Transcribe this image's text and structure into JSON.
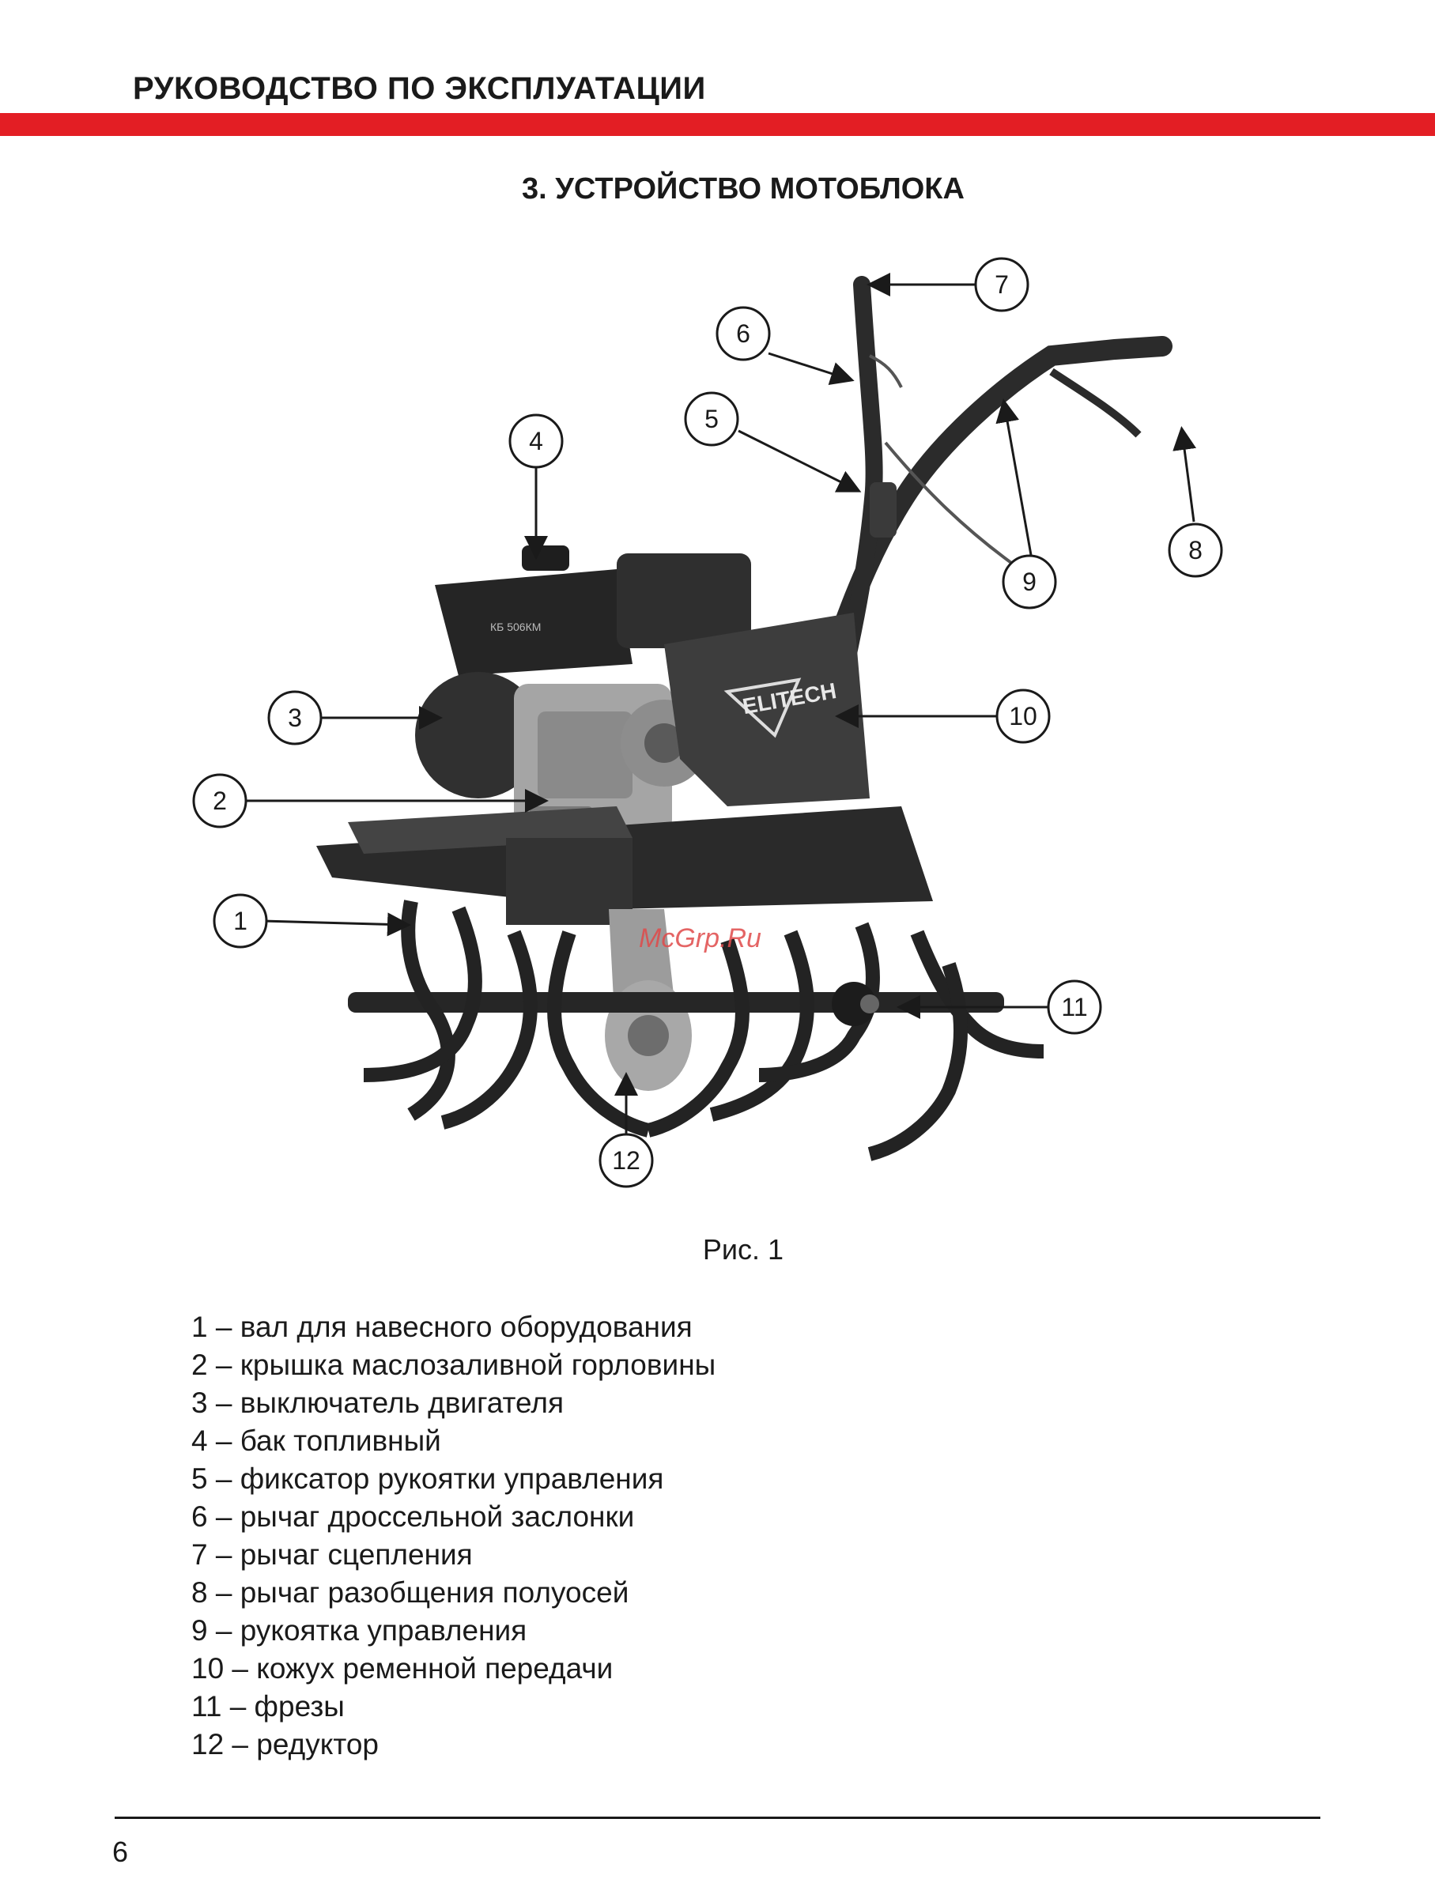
{
  "header": {
    "title": "РУКОВОДСТВО ПО ЭКСПЛУАТАЦИИ"
  },
  "section": {
    "title": "3. УСТРОЙСТВО МОТОБЛОКА"
  },
  "figure": {
    "caption": "Рис. 1",
    "callouts": [
      "1",
      "2",
      "3",
      "4",
      "5",
      "6",
      "7",
      "8",
      "9",
      "10",
      "11",
      "12"
    ],
    "brand_label": "ELITECH",
    "engine_label": "КБ 506КМ",
    "watermark": "McGrp.Ru"
  },
  "legend": {
    "items": [
      "1 – вал для навесного оборудования",
      "2 – крышка маслозаливной горловины",
      "3 – выключатель двигателя",
      "4 – бак топливный",
      "5 – фиксатор рукоятки управления",
      "6 – рычаг дроссельной заслонки",
      "7 – рычаг сцепления",
      "8 – рычаг разобщения полуосей",
      "9 – рукоятка управления",
      "10 – кожух ременной передачи",
      "11 – фрезы",
      "12 – редуктор"
    ]
  },
  "footer": {
    "page_number": "6"
  },
  "colors": {
    "accent_red": "#e31e24",
    "machine_dark": "#2b2b2b",
    "metal": "#9a9a9a"
  }
}
